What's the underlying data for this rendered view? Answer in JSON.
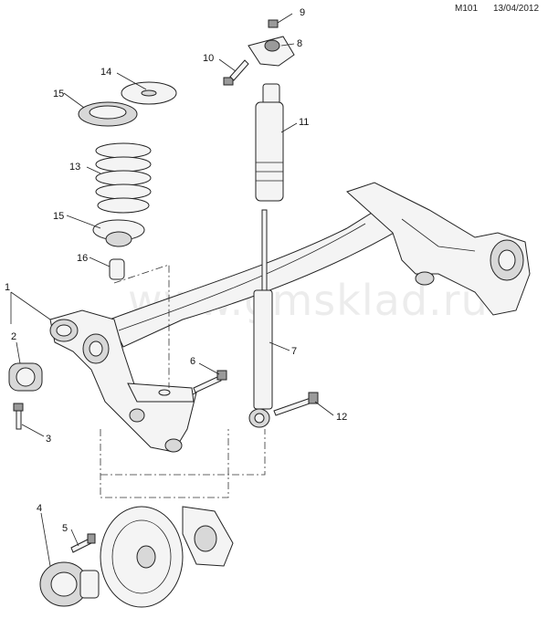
{
  "header": {
    "code": "M101",
    "date": "13/04/2012"
  },
  "watermark": "www.gmsklad.ru",
  "callouts": {
    "c1": "1",
    "c2": "2",
    "c3": "3",
    "c4": "4",
    "c5": "5",
    "c6": "6",
    "c7": "7",
    "c8": "8",
    "c9": "9",
    "c10": "10",
    "c11": "11",
    "c12": "12",
    "c13": "13",
    "c14": "14",
    "c15a": "15",
    "c15b": "15",
    "c16": "16"
  }
}
